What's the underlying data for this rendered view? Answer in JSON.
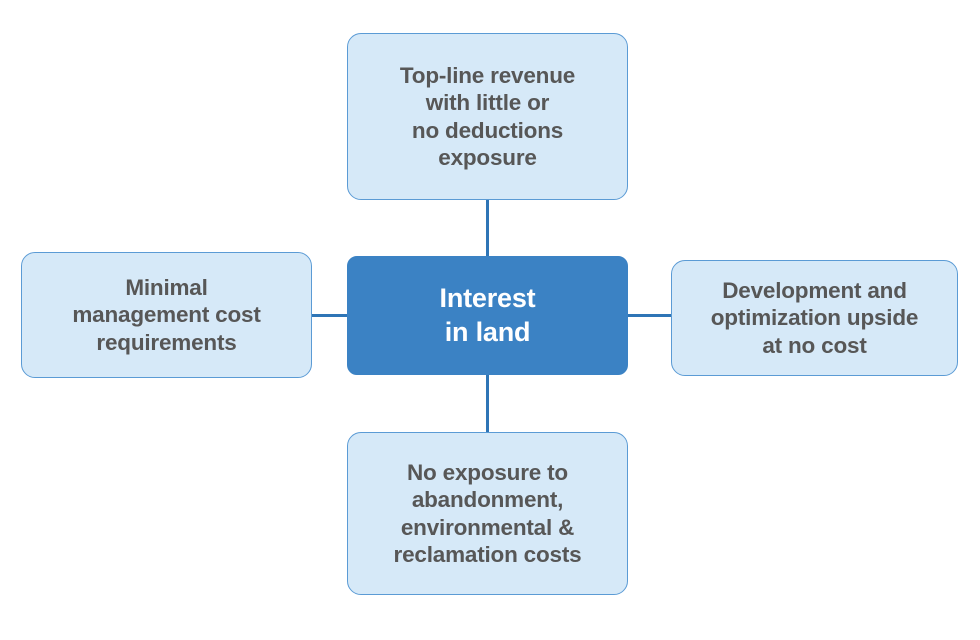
{
  "diagram": {
    "type": "hub-and-spoke",
    "center": {
      "id": "interest-in-land",
      "label": "Interest\nin land",
      "fill": "#3b82c4",
      "text_color": "#ffffff"
    },
    "branches": [
      {
        "id": "top-line-revenue",
        "position": "top",
        "label": "Top-line revenue\nwith little or\nno deductions\nexposure",
        "fill": "#d6e9f8",
        "border": "#5b9bd5",
        "text_color": "#575757"
      },
      {
        "id": "minimal-management-cost",
        "position": "left",
        "label": "Minimal\nmanagement cost\nrequirements",
        "fill": "#d6e9f8",
        "border": "#5b9bd5",
        "text_color": "#575757"
      },
      {
        "id": "development-optimization-upside",
        "position": "right",
        "label": "Development and\noptimization upside\nat no cost",
        "fill": "#d6e9f8",
        "border": "#5b9bd5",
        "text_color": "#575757"
      },
      {
        "id": "no-exposure-costs",
        "position": "bottom",
        "label": "No exposure to\nabandonment,\nenvironmental &\nreclamation costs",
        "fill": "#d6e9f8",
        "border": "#5b9bd5",
        "text_color": "#575757"
      }
    ],
    "connector_color": "#2e75b6",
    "background": "#ffffff"
  }
}
